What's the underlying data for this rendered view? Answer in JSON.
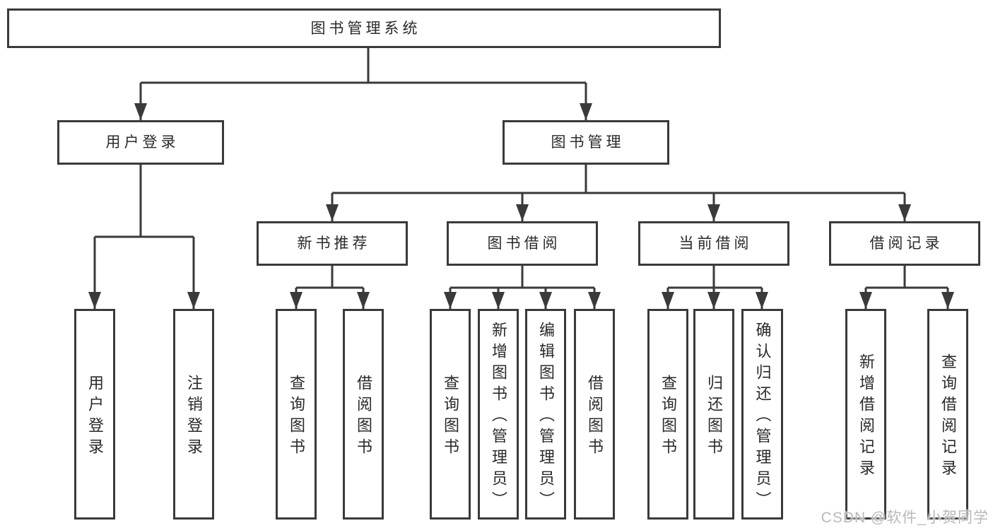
{
  "theme": {
    "line_color": "#3a3a3a",
    "box_border_color": "#3a3a3a",
    "text_color": "#2a2a2a",
    "background": "#ffffff",
    "watermark_color": "#b9b9b9"
  },
  "diagram": {
    "type": "hierarchy-tree",
    "root": {
      "label": "图书管理系统",
      "children": [
        {
          "label": "用户登录",
          "children": [
            {
              "label": "用户登录"
            },
            {
              "label": "注销登录"
            }
          ]
        },
        {
          "label": "图书管理",
          "children": [
            {
              "label": "新书推荐",
              "children": [
                {
                  "label": "查询图书"
                },
                {
                  "label": "借阅图书"
                }
              ]
            },
            {
              "label": "图书借阅",
              "children": [
                {
                  "label": "查询图书"
                },
                {
                  "label": "新增图书（管理员）"
                },
                {
                  "label": "编辑图书（管理员）"
                },
                {
                  "label": "借阅图书"
                }
              ]
            },
            {
              "label": "当前借阅",
              "children": [
                {
                  "label": "查询图书"
                },
                {
                  "label": "归还图书"
                },
                {
                  "label": "确认归还（管理员）"
                }
              ]
            },
            {
              "label": "借阅记录",
              "children": [
                {
                  "label": "新增借阅记录"
                },
                {
                  "label": "查询借阅记录"
                }
              ]
            }
          ]
        }
      ]
    }
  },
  "watermark": {
    "text": "CSDN @软件_小贺同学"
  }
}
